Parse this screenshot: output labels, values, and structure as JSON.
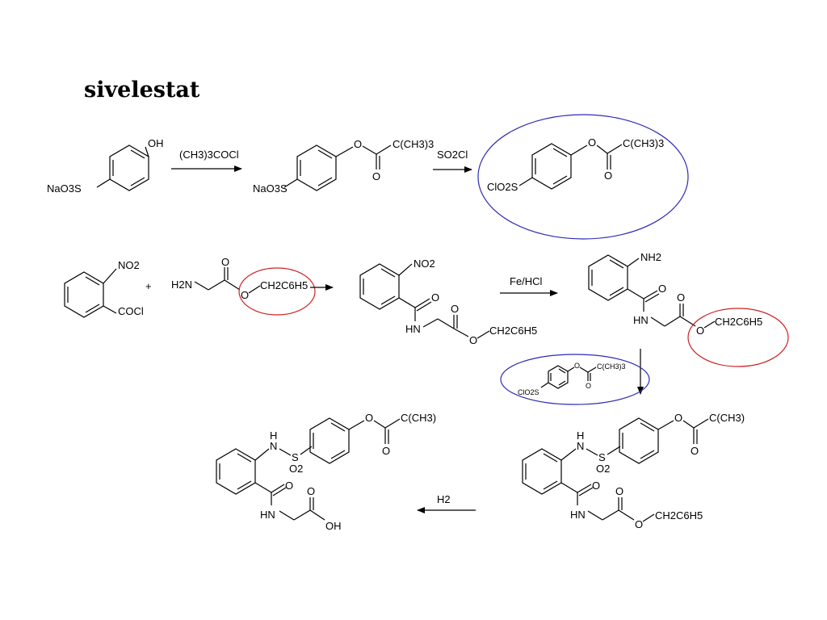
{
  "title": "sivelestat",
  "colors": {
    "highlight_blue": "#2b2bb5",
    "highlight_red": "#cc2222",
    "ink": "#000000"
  },
  "reagents": {
    "step1": "(CH3)3COCl",
    "step2": "SO2Cl",
    "step3": "+",
    "step4": "Fe/HCl",
    "step5": "H2"
  },
  "groups": {
    "oh": "OH",
    "nao3s": "NaO3S",
    "o": "O",
    "tbu3": "C(CH3)3",
    "tbu": "C(CH3)",
    "clo2s": "ClO2S",
    "no2": "NO2",
    "cocl": "COCl",
    "h2n": "H2N",
    "ch2c6h5": "CH2C6H5",
    "hn": "HN",
    "nh2": "NH2",
    "h": "H",
    "n": "N",
    "s": "S",
    "o2": "O2",
    "oh_acid": "OH"
  }
}
